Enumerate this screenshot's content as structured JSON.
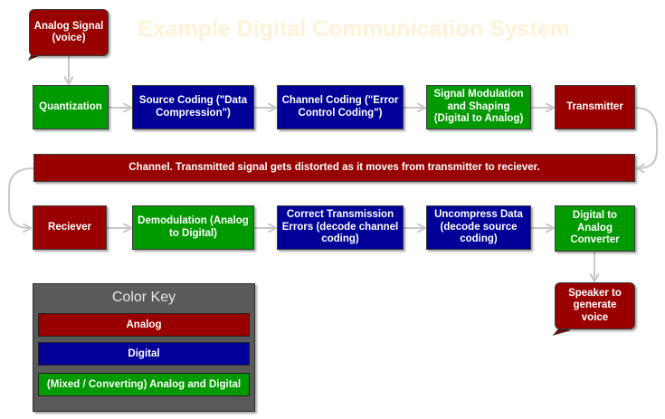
{
  "title": "Example Digital Communication System",
  "colors": {
    "analog": "#990000",
    "digital": "#000099",
    "mixed": "#009900",
    "arrow": "#c8c8c8",
    "title_text": "#fff2d6"
  },
  "nodes": {
    "analog_signal": "Analog Signal (voice)",
    "quantization": "Quantization",
    "source_coding": "Source Coding (\"Data Compression\")",
    "channel_coding": "Channel Coding (\"Error Control Coding\")",
    "signal_modulation": "Signal Modulation and Shaping (Digital to Analog)",
    "transmitter": "Transmitter",
    "channel": "Channel.  Transmitted signal gets distorted as it moves from transmitter to reciever.",
    "reciever": "Reciever",
    "demodulation": "Demodulation (Analog to Digital)",
    "correct_errors": "Correct Transmission Errors (decode channel coding)",
    "uncompress": "Uncompress Data (decode source coding)",
    "dac": "Digital to Analog Converter",
    "speaker": "Speaker to generate voice"
  },
  "color_key": {
    "title": "Color Key",
    "analog": "Analog",
    "digital": "Digital",
    "mixed": "(Mixed / Converting) Analog and Digital"
  }
}
